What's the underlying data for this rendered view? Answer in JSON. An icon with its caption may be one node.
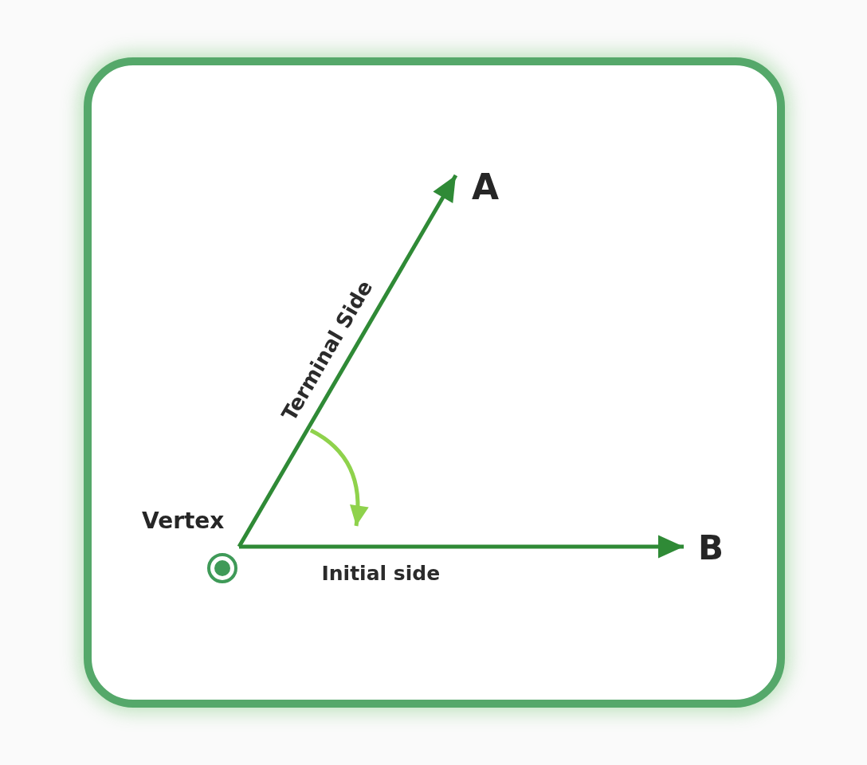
{
  "diagram": {
    "nodes": [
      {
        "text": [
          "Vertex"
        ]
      },
      {
        "text": [
          "A"
        ]
      },
      {
        "text": [
          "B"
        ]
      }
    ],
    "edges": [
      {
        "from": 0,
        "to": 1,
        "arrow": "to",
        "label": "Terminal Side"
      },
      {
        "from": 0,
        "to": 2,
        "arrow": "to",
        "label": "Initial side"
      }
    ]
  }
}
